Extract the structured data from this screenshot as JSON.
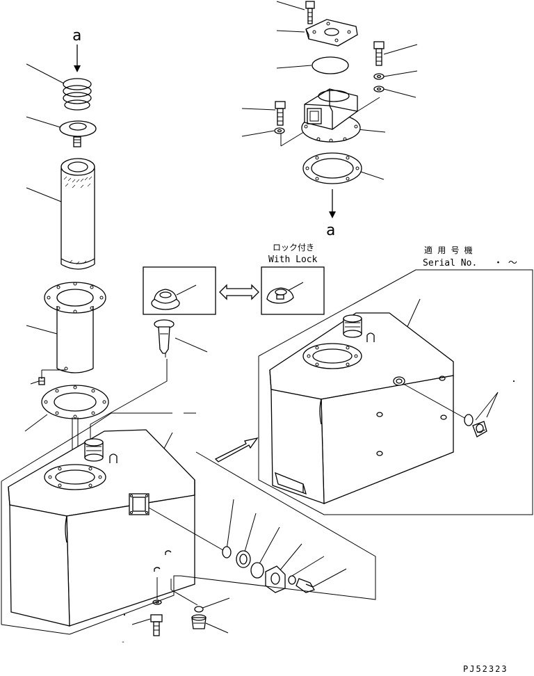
{
  "diagram": {
    "view_letter_top": "a",
    "view_letter_bottom": "a",
    "lock_label_jp": "ロック付き",
    "lock_label_en": "With Lock",
    "serial_label_jp": "適 用 号 機",
    "serial_label_en": "Serial No.",
    "serial_value": "・ ～",
    "drawing_code": "PJ52323",
    "side_marks": [
      "・",
      "・",
      "‐",
      "・"
    ]
  }
}
